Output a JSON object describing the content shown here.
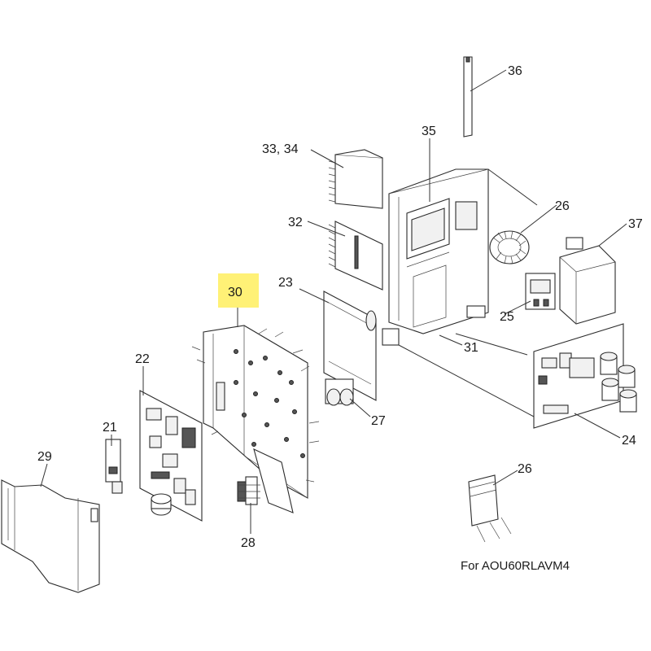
{
  "diagram": {
    "highlight_color": "#fff176",
    "caption": "For AOU60RLAVM4",
    "parts": [
      {
        "id": "p21",
        "label": "21"
      },
      {
        "id": "p22",
        "label": "22"
      },
      {
        "id": "p23",
        "label": "23"
      },
      {
        "id": "p24",
        "label": "24"
      },
      {
        "id": "p25",
        "label": "25"
      },
      {
        "id": "p26a",
        "label": "26"
      },
      {
        "id": "p26b",
        "label": "26"
      },
      {
        "id": "p27",
        "label": "27"
      },
      {
        "id": "p28",
        "label": "28"
      },
      {
        "id": "p29",
        "label": "29"
      },
      {
        "id": "p30",
        "label": "30",
        "highlighted": true
      },
      {
        "id": "p31",
        "label": "31"
      },
      {
        "id": "p32",
        "label": "32"
      },
      {
        "id": "p3334",
        "label": "33, 34"
      },
      {
        "id": "p35",
        "label": "35"
      },
      {
        "id": "p36",
        "label": "36"
      },
      {
        "id": "p37",
        "label": "37"
      }
    ]
  }
}
